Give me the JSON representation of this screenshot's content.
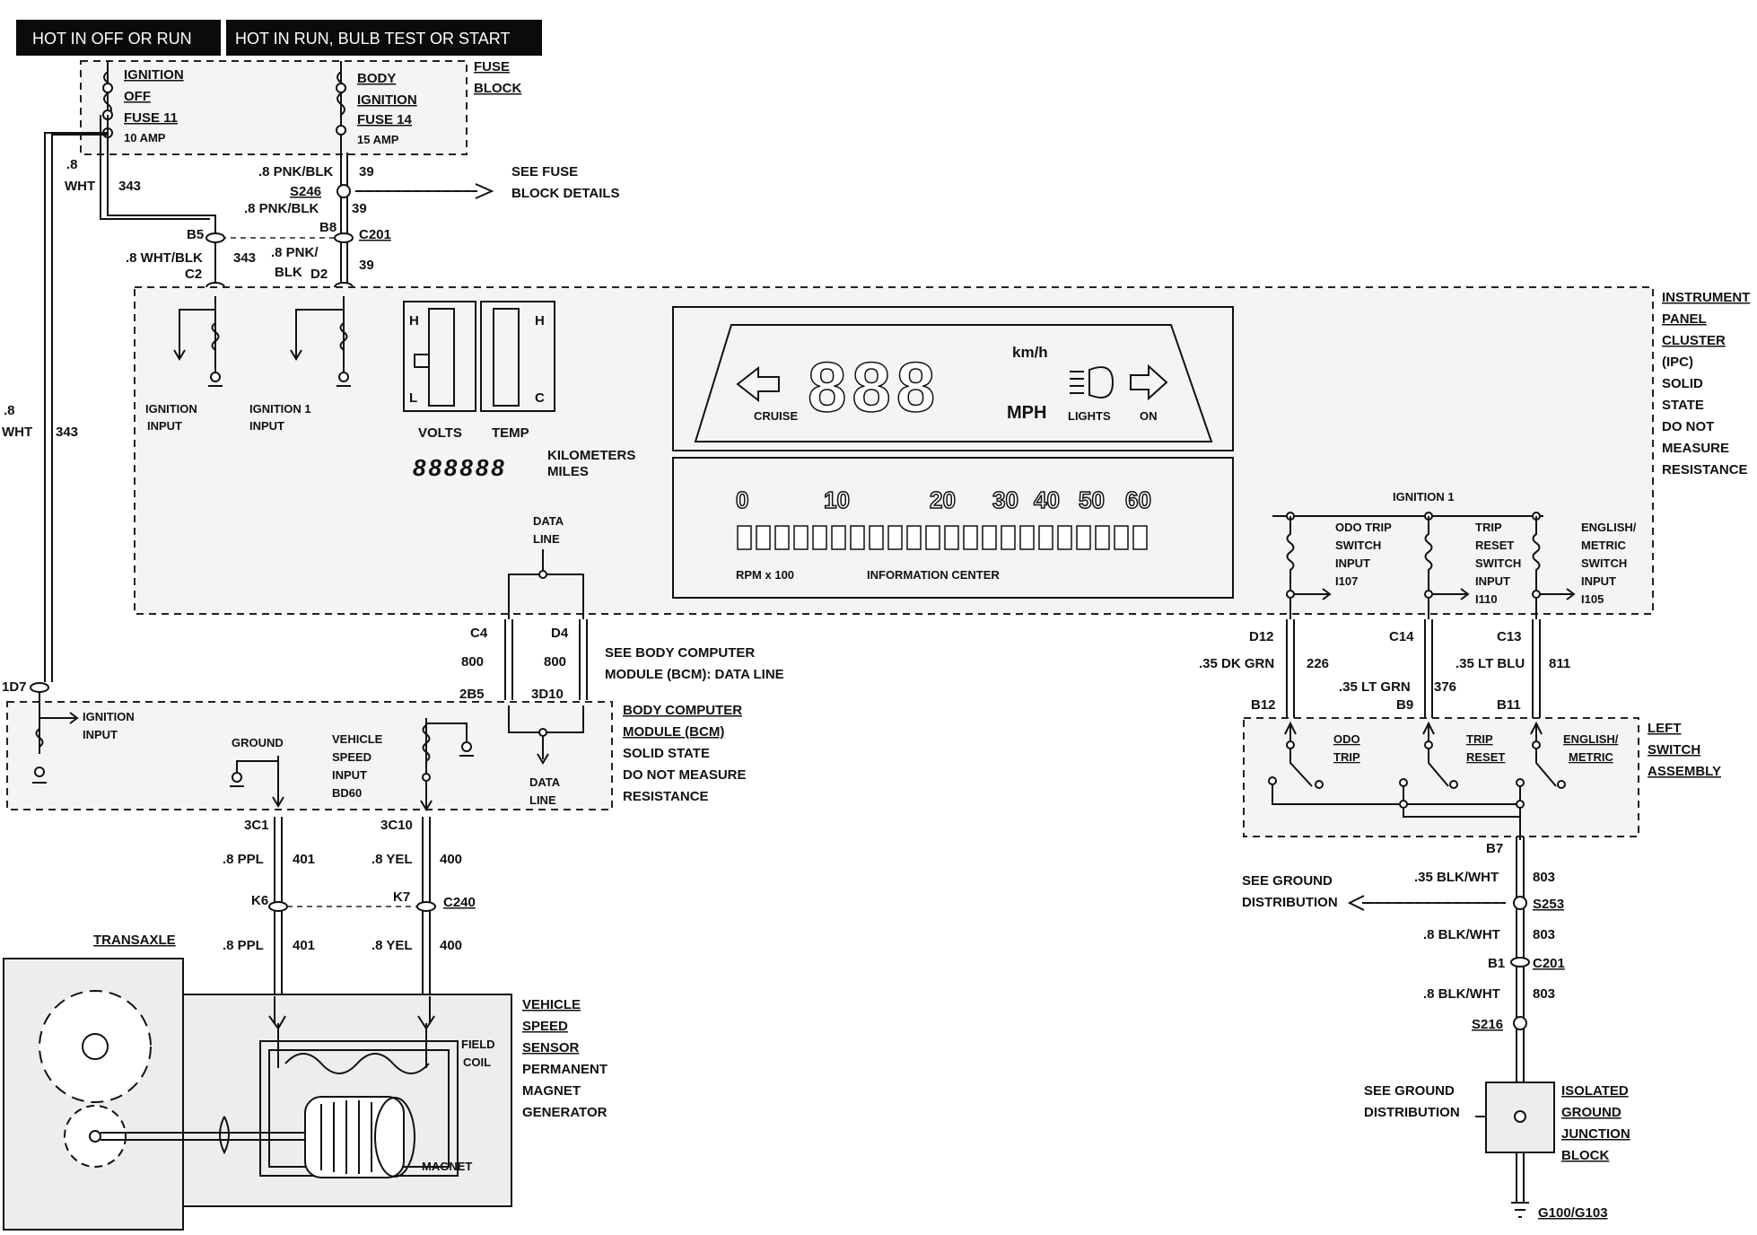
{
  "banners": {
    "left": "HOT IN OFF OR RUN",
    "right": "HOT IN RUN, BULB TEST OR START"
  },
  "fuse_block": {
    "title": [
      "FUSE",
      "BLOCK"
    ],
    "fuse11": [
      "IGNITION",
      "OFF",
      "FUSE 11",
      "10 AMP"
    ],
    "fuse14": [
      "BODY",
      "IGNITION",
      "FUSE 14",
      "15 AMP"
    ]
  },
  "wires": {
    "w_pnk_blk_1": ".8 PNK/BLK",
    "w39": "39",
    "s246": "S246",
    "see_fuse": [
      "SEE FUSE",
      "BLOCK DETAILS"
    ],
    "w_pnk_blk_2": ".8 PNK/BLK",
    "b5": "B5",
    "b8": "B8",
    "c201": "C201",
    "w8wht": ".8",
    "wht": "WHT",
    "w343": "343",
    "wht_blk": ".8 WHT/BLK",
    "pnk_blk_3a": ".8 PNK/",
    "pnk_blk_3b": "BLK",
    "c2": "C2",
    "d2": "D2"
  },
  "ipc": {
    "title": [
      "INSTRUMENT",
      "PANEL",
      "CLUSTER",
      "(IPC)",
      "SOLID",
      "STATE",
      "DO NOT",
      "MEASURE",
      "RESISTANCE"
    ],
    "ignition_input": [
      "IGNITION",
      "INPUT"
    ],
    "ignition1_input": [
      "IGNITION 1",
      "INPUT"
    ],
    "volts": "VOLTS",
    "temp": "TEMP",
    "gauge_h": "H",
    "gauge_l": "L",
    "gauge_c": "C",
    "odometer": "888888",
    "odo_units": [
      "KILOMETERS",
      "MILES"
    ],
    "data_line": [
      "DATA",
      "LINE"
    ],
    "speed_display": "888",
    "kmh": "km/h",
    "mph": "MPH",
    "cruise": "CRUISE",
    "lights": "LIGHTS",
    "on": "ON",
    "rpm_ticks": [
      "0",
      "10",
      "20",
      "30",
      "40",
      "50",
      "60"
    ],
    "rpm": "RPM x 100",
    "info_center": "INFORMATION CENTER",
    "ignition1": "IGNITION 1",
    "odo_trip_input": [
      "ODO TRIP",
      "SWITCH",
      "INPUT",
      "I107"
    ],
    "trip_reset_input": [
      "TRIP",
      "RESET",
      "SWITCH",
      "INPUT",
      "I110"
    ],
    "eng_metric_input": [
      "ENGLISH/",
      "METRIC",
      "SWITCH",
      "INPUT",
      "I105"
    ]
  },
  "bcm_link": {
    "c4": "C4",
    "d4": "D4",
    "w800a": "800",
    "w800b": "800",
    "p2b5": "2B5",
    "p3d10": "3D10",
    "see_bcm": [
      "SEE BODY COMPUTER",
      "MODULE (BCM):  DATA LINE"
    ]
  },
  "bcm": {
    "title": [
      "BODY COMPUTER",
      "MODULE (BCM)",
      "SOLID STATE",
      "DO NOT MEASURE",
      "RESISTANCE"
    ],
    "d7": "1D7",
    "ignition_input": [
      "IGNITION",
      "INPUT"
    ],
    "ground": "GROUND",
    "vss_input": [
      "VEHICLE",
      "SPEED",
      "INPUT",
      "BD60"
    ],
    "data_line": [
      "DATA",
      "LINE"
    ]
  },
  "vss": {
    "p3c1": "3C1",
    "p3c10": "3C10",
    "ppl1": ".8 PPL",
    "w401a": "401",
    "yel1": ".8 YEL",
    "w400a": "400",
    "k6": "K6",
    "k7": "K7",
    "c240": "C240",
    "ppl2": ".8 PPL",
    "w401b": "401",
    "yel2": ".8 YEL",
    "w400b": "400",
    "transaxle": "TRANSAXLE",
    "field_coil": [
      "FIELD",
      "COIL"
    ],
    "magnet": "MAGNET",
    "title": [
      "VEHICLE",
      "SPEED",
      "SENSOR",
      "PERMANENT",
      "MAGNET",
      "GENERATOR"
    ]
  },
  "switches": {
    "d12": "D12",
    "c14": "C14",
    "c13": "C13",
    "dk_grn": ".35 DK GRN",
    "w226": "226",
    "lt_grn": ".35 LT GRN",
    "w376": "376",
    "lt_blu": ".35 LT BLU",
    "w811": "811",
    "b12": "B12",
    "b9": "B9",
    "b11": "B11",
    "odo_trip": [
      "ODO",
      "TRIP"
    ],
    "trip_reset": [
      "TRIP",
      "RESET"
    ],
    "eng_metric": [
      "ENGLISH/",
      "METRIC"
    ],
    "title": [
      "LEFT",
      "SWITCH",
      "ASSEMBLY"
    ]
  },
  "ground": {
    "b7": "B7",
    "blk_wht1": ".35 BLK/WHT",
    "w803a": "803",
    "see_ground1": [
      "SEE GROUND",
      "DISTRIBUTION"
    ],
    "s253": "S253",
    "blk_wht2": ".8 BLK/WHT",
    "w803b": "803",
    "b1": "B1",
    "c201": "C201",
    "blk_wht3": ".8 BLK/WHT",
    "w803c": "803",
    "s216": "S216",
    "see_ground2": [
      "SEE GROUND",
      "DISTRIBUTION"
    ],
    "isolated": [
      "ISOLATED",
      "GROUND",
      "JUNCTION",
      "BLOCK"
    ],
    "g100": "G100/G103"
  }
}
